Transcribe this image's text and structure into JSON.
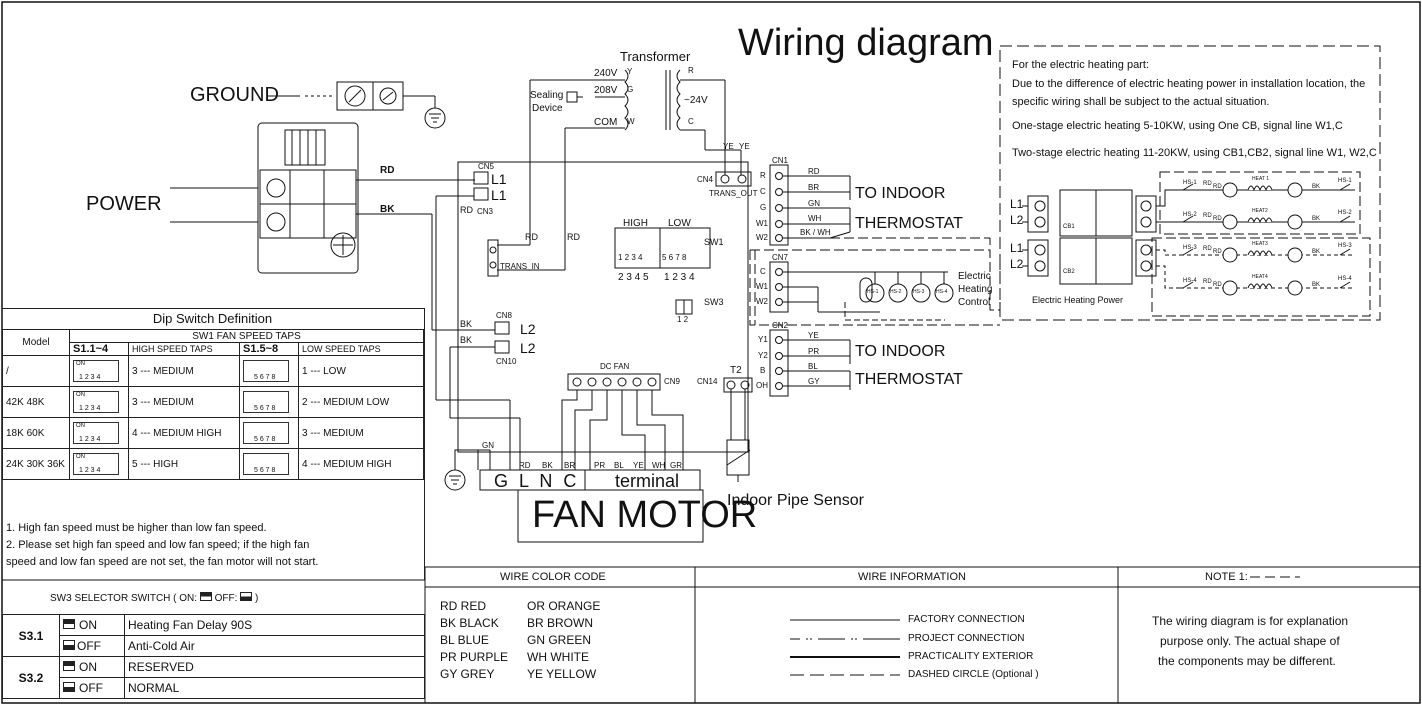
{
  "title": "Wiring diagram",
  "ground_label": "GROUND",
  "power_label": "POWER",
  "transformer": {
    "title": "Transformer",
    "v240": "240V",
    "v208": "208V",
    "com": "COM",
    "tap_y": "Y",
    "tap_g": "G",
    "tap_w": "W",
    "sec_r": "R",
    "sec_c": "C",
    "sec_voltage": "~24V",
    "sealing_line1": "Sealing",
    "sealing_line2": "Device"
  },
  "power_wires": {
    "rd": "RD",
    "bk": "BK"
  },
  "board": {
    "cn5": "CN5",
    "l1a": "L1",
    "l1b": "L1",
    "cn3": "CN3",
    "rd_small": "RD",
    "cn4": "CN4",
    "ye1": "YE",
    "ye2": "YE",
    "trans_out": "TRANS_OUT",
    "rd1": "RD",
    "rd2": "RD",
    "trans_in": "TRANS_IN",
    "sw1_high": "HIGH",
    "sw1_low": "LOW",
    "sw1": "SW1",
    "sw1_nums_a": "1 2 3 4",
    "sw1_nums_b": "5 6 7 8",
    "sw1_bottom_a": "2 3 4 5",
    "sw1_bottom_b": "1 2 3 4",
    "sw3": "SW3",
    "sw3_nums": "1 2",
    "bk1": "BK",
    "bk2": "BK",
    "cn8": "CN8",
    "l2a": "L2",
    "l2b": "L2",
    "cn10": "CN10",
    "dc_fan": "DC FAN",
    "cn9": "CN9",
    "cn14": "CN14",
    "t2": "T2"
  },
  "cn1": {
    "label": "CN1",
    "pins": [
      "R",
      "C",
      "G",
      "W1",
      "W2"
    ],
    "wires": [
      "RD",
      "BR",
      "GN",
      "WH",
      "BK / WH"
    ],
    "to1": "TO INDOOR",
    "to2": "THERMOSTAT"
  },
  "cn7": {
    "label": "CN7",
    "pins": [
      "C",
      "W1",
      "W2"
    ],
    "hs": [
      "HS-1",
      "HS-2",
      "HS-3",
      "HS-4"
    ],
    "ctrl1": "Electric",
    "ctrl2": "Heating",
    "ctrl3": "Control"
  },
  "cn2": {
    "label": "CN2",
    "pins": [
      "Y1",
      "Y2",
      "B",
      "OH"
    ],
    "wires": [
      "YE",
      "PR",
      "BL",
      "GY"
    ],
    "to1": "TO INDOOR",
    "to2": "THERMOSTAT"
  },
  "motor": {
    "gn": "GN",
    "wires": [
      "RD",
      "BK",
      "BR",
      "PR",
      "BL",
      "YE",
      "WH",
      "GR"
    ],
    "gl": "G L N C",
    "terminal": "terminal",
    "name": "FAN MOTOR",
    "pipe_sensor": "Indoor Pipe Sensor"
  },
  "heating": {
    "head": "For the electric heating part:",
    "line1": "Due to the difference of electric heating power in installation location, the",
    "line2": "specific wiring shall be subject to the actual situation.",
    "line3": "One-stage electric heating 5-10KW, using One CB, signal line W1,C",
    "line4": "Two-stage electric heating 11-20KW, using  CB1,CB2, signal line W1, W2,C",
    "power_label": "Electric Heating Power",
    "l1a": "L1",
    "l2a": "L2",
    "l1b": "L1",
    "l2b": "L2",
    "cb1": "CB1",
    "cb2": "CB2",
    "rows": [
      {
        "hs": "HS-1",
        "rd1": "RD",
        "rd2": "RD",
        "ht": "HEAT 1",
        "bk": "BK",
        "hs2": "HS-1"
      },
      {
        "hs": "HS-2",
        "rd1": "RD",
        "rd2": "RD",
        "ht": "HEAT2",
        "bk": "BK",
        "hs2": "HS-2"
      },
      {
        "hs": "HS-3",
        "rd1": "RD",
        "rd2": "RD",
        "ht": "HEAT3",
        "bk": "BK",
        "hs2": "HS-3"
      },
      {
        "hs": "HS-4",
        "rd1": "RD",
        "rd2": "RD",
        "ht": "HEAT4",
        "bk": "BK",
        "hs2": "HS-4"
      }
    ]
  },
  "dip_table": {
    "title": "Dip Switch Definition",
    "model_header": "Model",
    "sw_header": "SW1   FAN  SPEED  TAPS",
    "col_s1": "S1.1~4",
    "col_high": "HIGH SPEED TAPS",
    "col_s5": "S1.5~8",
    "col_low": "LOW SPEED TAPS",
    "dip_on": "ON",
    "dip_nums_a": "1 2 3 4",
    "dip_nums_b": "5 6 7 8",
    "rows": [
      {
        "model": "/",
        "high": "3 --- MEDIUM",
        "low": "1 --- LOW"
      },
      {
        "model": "42K  48K",
        "high": "3 --- MEDIUM",
        "low": "2 --- MEDIUM LOW"
      },
      {
        "model": "18K  60K",
        "high": "4 --- MEDIUM HIGH",
        "low": "3 --- MEDIUM"
      },
      {
        "model": "24K  30K 36K",
        "high": "5 --- HIGH",
        "low": "4 --- MEDIUM HIGH"
      }
    ],
    "note1": "1.  High fan speed must be higher than low fan speed.",
    "note2": "2.  Please set high fan speed and low fan speed; if the high fan",
    "note3": " speed and low fan speed are not set, the fan motor will not start."
  },
  "sw3_table": {
    "title": "SW3  SELECTOR SWITCH  ( ON:",
    "title_mid": "OFF:",
    "title_end": ")",
    "rows": [
      {
        "group": "S3.1",
        "state": "ON",
        "desc": "Heating Fan Delay 90S"
      },
      {
        "group": "",
        "state": "OFF",
        "desc": "Anti-Cold Air"
      },
      {
        "group": "S3.2",
        "state": "ON",
        "desc": "RESERVED"
      },
      {
        "group": "",
        "state": "OFF",
        "desc": "NORMAL"
      }
    ]
  },
  "wire_color": {
    "header": "WIRE  COLOR  CODE",
    "left": [
      "RD  RED",
      "BK  BLACK",
      "BL  BLUE",
      "PR  PURPLE",
      "GY  GREY"
    ],
    "right": [
      "OR  ORANGE",
      "BR  BROWN",
      "GN  GREEN",
      "WH  WHITE",
      "YE  YELLOW"
    ]
  },
  "wire_info": {
    "header": "WIRE INFORMATION",
    "items": [
      "FACTORY CONNECTION",
      "PROJECT CONNECTION",
      "PRACTICALITY EXTERIOR",
      "DASHED CIRCLE (Optional )"
    ]
  },
  "note": {
    "header": "NOTE 1:",
    "line1": "The wiring diagram is for explanation",
    "line2": "purpose only. The actual shape of",
    "line3": "the components may be different."
  }
}
